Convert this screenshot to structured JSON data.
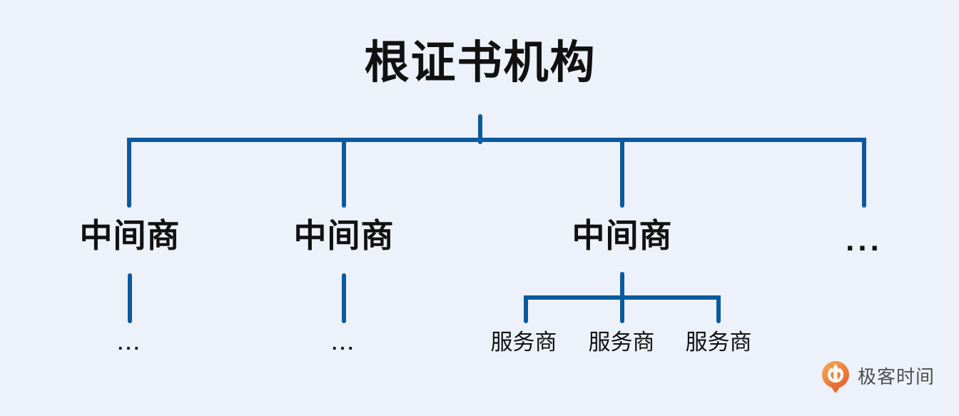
{
  "theme": {
    "background": "#edf1f9",
    "connector_color": "#0b5a9d",
    "text_color": "#111111",
    "brand_text_color": "#4e4e4e",
    "logo_orange_start": "#f8a553",
    "logo_orange_end": "#e15a2b"
  },
  "diagram": {
    "type": "tree",
    "root": {
      "label": "根证书机构"
    },
    "intermediates": [
      {
        "label": "中间商",
        "children_label": "..."
      },
      {
        "label": "中间商",
        "children_label": "..."
      },
      {
        "label": "中间商",
        "children": [
          {
            "label": "服务商"
          },
          {
            "label": "服务商"
          },
          {
            "label": "服务商"
          }
        ]
      },
      {
        "label": "..."
      }
    ]
  },
  "brand": {
    "name": "极客时间",
    "logo": "geektime-pin-logo"
  }
}
